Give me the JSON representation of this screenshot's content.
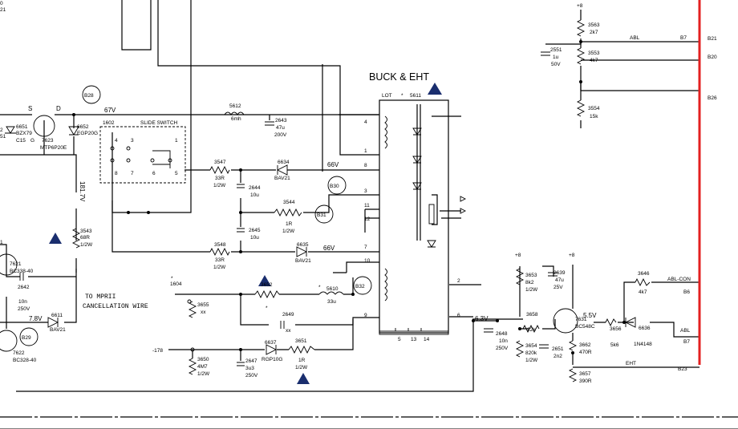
{
  "title": "BUCK & EHT",
  "colors": {
    "rail": "#e32020",
    "ink": "#000000",
    "flag": "#1a2e6e"
  },
  "nodes": {
    "b28": "B28",
    "b29": "B29",
    "b30": "B30",
    "b31": "B31",
    "b32": "B32"
  },
  "voltages": {
    "v67": "67V",
    "v66a": "66V",
    "v66b": "66V",
    "v181": "181.7V",
    "v78": "7.8V",
    "v63": "6.3V",
    "v55": "5.5V",
    "v178": "-178",
    "p8a": "+8",
    "p8b": "+8",
    "p8c": "+8"
  },
  "lot": {
    "label": "LOT",
    "star": "*",
    "ref": "5611",
    "pins": [
      "4",
      "1",
      "8",
      "3",
      "11",
      "12",
      "7",
      "10",
      "9",
      "2",
      "6",
      "5",
      "13",
      "14"
    ]
  },
  "switch": {
    "ref": "1602",
    "label": "SLIDE SWITCH",
    "pins": [
      "4",
      "3",
      "1",
      "8",
      "7",
      "6",
      "5"
    ]
  },
  "components": {
    "c6651": [
      "6651",
      "BZX79",
      "C15",
      "G"
    ],
    "q7623": [
      "7623",
      "MTP6P20E"
    ],
    "d6652": [
      "6652",
      "EGP20G"
    ],
    "l5612": [
      "5612",
      "6mh"
    ],
    "c2643": [
      "2643",
      "47u",
      "200V"
    ],
    "r3547": [
      "3547",
      "33R",
      "1/2W"
    ],
    "d6634": [
      "6634",
      "BAV21"
    ],
    "c2644": [
      "2644",
      "10u"
    ],
    "r3544": [
      "3544",
      "1R",
      "1/2W"
    ],
    "c2645": [
      "2645",
      "10u"
    ],
    "r3548": [
      "3548",
      "33R",
      "1/2W"
    ],
    "d6635": [
      "6635",
      "BAV21"
    ],
    "r3543": [
      "3543",
      "68R",
      "1/2W"
    ],
    "q7621": [
      "7621",
      "BC338-40"
    ],
    "c2642": [
      "2642",
      "10n",
      "250V"
    ],
    "d6611": [
      "6611",
      "BAV21"
    ],
    "q7622": [
      "7622",
      "BC328-40"
    ],
    "r3655": [
      "3655",
      "xx"
    ],
    "r3652": [
      "3652"
    ],
    "l5610": [
      "5610",
      "33u"
    ],
    "c2649": [
      "2649",
      "xx"
    ],
    "r3650": [
      "3650",
      "4M7",
      "1/2W"
    ],
    "c2647": [
      "2647",
      "3u3",
      "250V"
    ],
    "d6637": [
      "6637",
      "RGP10G"
    ],
    "r3651": [
      "3651",
      "1R",
      "1/2W"
    ],
    "r3563": [
      "3563",
      "2k7"
    ],
    "c2551": [
      "2551",
      "1u",
      "50V"
    ],
    "r3553": [
      "3553",
      "4k7"
    ],
    "r3554": [
      "3554",
      "15k"
    ],
    "r3653": [
      "3653",
      "8k2",
      "1/2W"
    ],
    "c2639": [
      "2639",
      "47u",
      "25V"
    ],
    "r3658": [
      "3658",
      "22k"
    ],
    "c2648": [
      "2648",
      "10n",
      "250V"
    ],
    "r3654": [
      "3654",
      "820k",
      "1/2W"
    ],
    "c2651": [
      "2651",
      "2n2"
    ],
    "q7631": [
      "7631",
      "BC548C"
    ],
    "r3662": [
      "3662",
      "470R"
    ],
    "r3657": [
      "3657",
      "390R"
    ],
    "r3646": [
      "3646",
      "4k7"
    ],
    "r3656": [
      "3656",
      "5k6"
    ],
    "d6636": [
      "6636",
      "1N4148"
    ]
  },
  "misc": {
    "s": "S",
    "d": "D",
    "conn": "1604",
    "star": "*",
    "star2": "*",
    "star3": "*",
    "mpr1": "TO MPRII",
    "mpr2": "CANCELLATION WIRE",
    "topleft": [
      "0",
      "21"
    ],
    "partial": [
      "2",
      "51",
      "1"
    ]
  },
  "signals": {
    "abl1": "ABL",
    "b7a": "B7",
    "b21": "B21",
    "b20": "B20",
    "b26": "B26",
    "ablcon": "ABL-CON",
    "b6": "B6",
    "abl2": "ABL",
    "b7b": "B7",
    "eht": "EHT",
    "b23": "B23"
  }
}
